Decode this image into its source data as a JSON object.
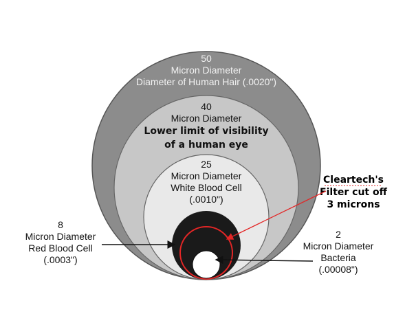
{
  "circles": [
    {
      "size": "50",
      "unit": "Micron Diameter",
      "caption": "Diameter of Human Hair (.0020\")",
      "fill": "#8c8c8c"
    },
    {
      "size": "40",
      "unit": "Micron Diameter",
      "caption_line1": "Lower limit of visibility",
      "caption_line2": "of a human eye",
      "fill": "#c7c7c7"
    },
    {
      "size": "25",
      "unit": "Micron Diameter",
      "caption": "White Blood Cell",
      "detail": "(.0010\")",
      "fill": "#e9e9e9"
    },
    {
      "size": "8",
      "unit": "Micron Diameter",
      "caption": "Red Blood Cell",
      "detail": "(.0003\")",
      "fill": "#1a1a1a"
    },
    {
      "size": "2",
      "unit": "Micron Diameter",
      "caption": "Bacteria",
      "detail": "(.00008\")",
      "fill": "#ffffff"
    }
  ],
  "filter": {
    "line1": "Cleartech's",
    "line2": "Filter cut off",
    "line3": "3 microns",
    "color": "#e32626"
  }
}
